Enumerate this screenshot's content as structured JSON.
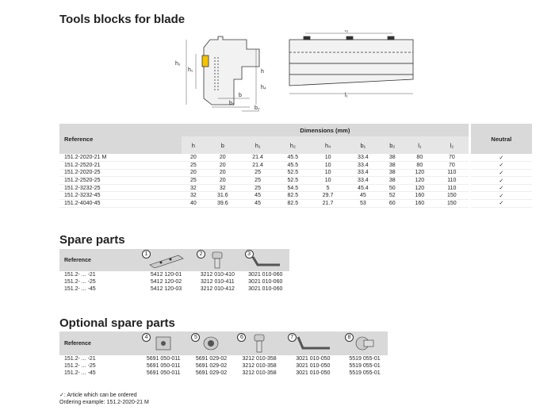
{
  "title": "Tools blocks for blade",
  "drawing_labels": {
    "h2": "h₂",
    "h1": "h₁",
    "h": "h",
    "h4": "h₄",
    "b": "b",
    "b1": "b₁",
    "b2": "b₂",
    "l2": "l₂",
    "l1": "l₁"
  },
  "dimensions": {
    "reference_header": "Reference",
    "group_header": "Dimensions (mm)",
    "neutral_header": "Neutral",
    "columns": [
      "h",
      "b",
      "h₁",
      "h₂",
      "h₄",
      "b₁",
      "b₂",
      "l₁",
      "l₂"
    ],
    "rows": [
      {
        "ref": "151.2-2020-21 M",
        "vals": [
          "20",
          "20",
          "21.4",
          "45.5",
          "10",
          "33.4",
          "38",
          "80",
          "70"
        ],
        "neutral": "✓"
      },
      {
        "ref": "151.2-2520-21",
        "vals": [
          "25",
          "20",
          "21.4",
          "45.5",
          "10",
          "33.4",
          "38",
          "80",
          "70"
        ],
        "neutral": "✓"
      },
      {
        "ref": "151.2-2020-25",
        "vals": [
          "20",
          "20",
          "25",
          "52.5",
          "10",
          "33.4",
          "38",
          "120",
          "110"
        ],
        "neutral": "✓"
      },
      {
        "ref": "151.2-2520-25",
        "vals": [
          "25",
          "20",
          "25",
          "52.5",
          "10",
          "33.4",
          "38",
          "120",
          "110"
        ],
        "neutral": "✓"
      },
      {
        "ref": "151.2-3232-25",
        "vals": [
          "32",
          "32",
          "25",
          "54.5",
          "5",
          "45.4",
          "50",
          "120",
          "110"
        ],
        "neutral": "✓"
      },
      {
        "ref": "151.2-3232-45",
        "vals": [
          "32",
          "31.6",
          "45",
          "82.5",
          "29.7",
          "45",
          "52",
          "160",
          "150"
        ],
        "neutral": "✓"
      },
      {
        "ref": "151.2-4040-45",
        "vals": [
          "40",
          "39.6",
          "45",
          "82.5",
          "21.7",
          "53",
          "60",
          "160",
          "150"
        ],
        "neutral": "✓"
      }
    ]
  },
  "spare_title": "Spare parts",
  "spare": {
    "reference_header": "Reference",
    "parts": [
      "1",
      "2",
      "3"
    ],
    "rows": [
      {
        "ref": "151.2- ... -21",
        "vals": [
          "5412 120-01",
          "3212 010-410",
          "3021 010-060"
        ]
      },
      {
        "ref": "151.2- ... -25",
        "vals": [
          "5412 120-02",
          "3212 010-411",
          "3021 010-060"
        ]
      },
      {
        "ref": "151.2- ... -45",
        "vals": [
          "5412 120-03",
          "3212 010-412",
          "3021 010-060"
        ]
      }
    ]
  },
  "optional_title": "Optional spare parts",
  "optional": {
    "reference_header": "Reference",
    "parts": [
      "4",
      "5",
      "6",
      "7",
      "8"
    ],
    "rows": [
      {
        "ref": "151.2- ... -21",
        "vals": [
          "5691 050-011",
          "5691 029-02",
          "3212 010-358",
          "3021 010-050",
          "5519 055-01"
        ]
      },
      {
        "ref": "151.2- ... -25",
        "vals": [
          "5691 050-011",
          "5691 029-02",
          "3212 010-358",
          "3021 010-050",
          "5519 055-01"
        ]
      },
      {
        "ref": "151.2- ... -45",
        "vals": [
          "5691 050-011",
          "5691 029-02",
          "3212 010-358",
          "3021 010-050",
          "5519 055-01"
        ]
      }
    ]
  },
  "footnote1": "✓: Article which can be ordered",
  "footnote2": "Ordering example: 151.2-2020-21 M"
}
